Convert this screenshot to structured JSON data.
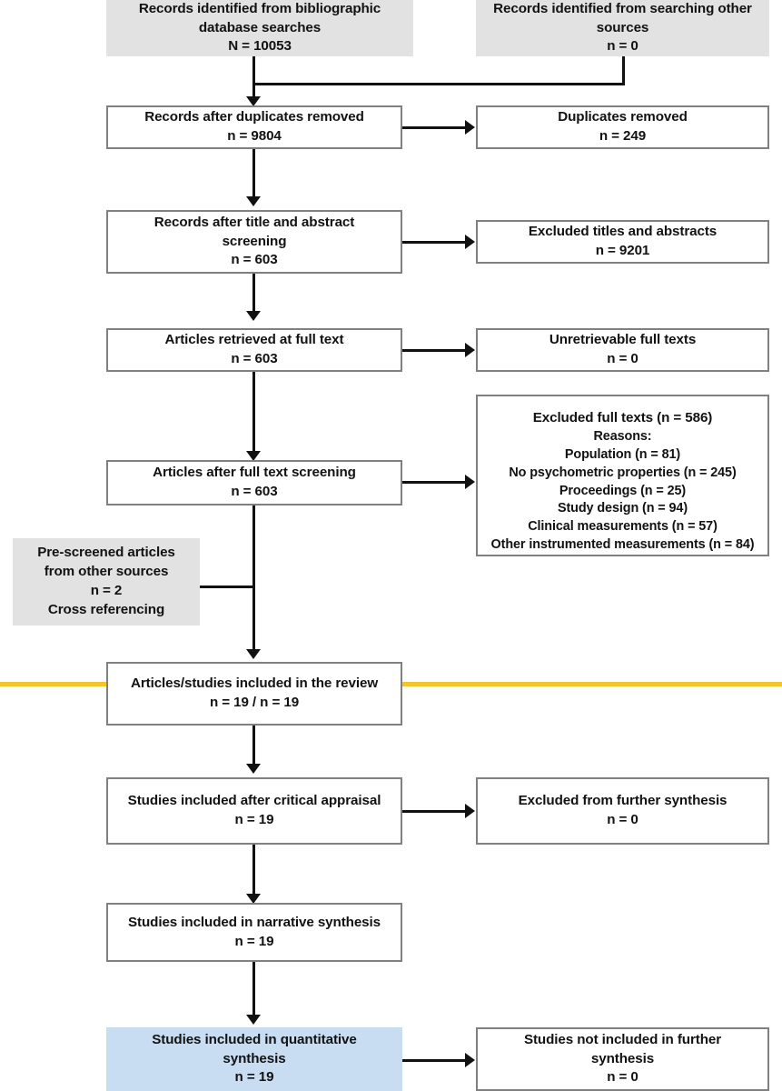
{
  "diagram": {
    "title": "PRISMA study selection flow diagram",
    "colors": {
      "box_border": "#808080",
      "connector": "#111111",
      "grey_fill": "#e2e2e2",
      "blue_fill": "#c9ddf2",
      "highlight_rule": "#f2c52b",
      "text": "#121212"
    },
    "nodes": {
      "records_database": {
        "lines": [
          "Records identified from bibliographic",
          "database searches",
          "N = 10053"
        ]
      },
      "records_other_sources": {
        "lines": [
          "Records identified from searching other",
          "sources",
          "n = 0"
        ]
      },
      "after_duplicates": {
        "lines": [
          "Records after duplicates removed",
          "n = 9804"
        ]
      },
      "duplicates_removed": {
        "lines": [
          "Duplicates removed",
          "n = 249"
        ]
      },
      "after_title_abstract": {
        "lines": [
          "Records after title and abstract",
          "screening",
          "n = 603"
        ]
      },
      "excluded_titles_abstracts": {
        "lines": [
          "Excluded titles and abstracts",
          "n = 9201"
        ]
      },
      "retrieved_full_text": {
        "lines": [
          "Articles retrieved at full text",
          "n = 603"
        ]
      },
      "unretrievable": {
        "lines": [
          "Unretrievable full texts",
          "n = 0"
        ]
      },
      "excluded_full_texts": {
        "lines": [
          "Excluded full texts (n = 586)",
          "",
          "Reasons:",
          "Population (n = 81)",
          "No psychometric properties (n = 245)",
          "Proceedings (n = 25)",
          "Study design (n = 94)",
          "Clinical measurements (n = 57)",
          "Other instrumented measurements (n = 84)"
        ]
      },
      "after_full_text_screening": {
        "lines": [
          "Articles after full text screening",
          "n = 603"
        ]
      },
      "pre_screened_other_sources": {
        "lines": [
          "Pre-screened articles",
          "from other sources",
          "n = 2",
          "Cross referencing"
        ]
      },
      "included_in_review": {
        "lines": [
          "Articles/studies included in the review",
          "n = 19 / n = 19"
        ]
      },
      "after_critical_appraisal": {
        "lines": [
          "Studies included after critical appraisal",
          "n = 19"
        ]
      },
      "excluded_further_synthesis": {
        "lines": [
          "Excluded from further synthesis",
          "n = 0"
        ]
      },
      "narrative_synthesis": {
        "lines": [
          "Studies included in narrative synthesis",
          "n = 19"
        ]
      },
      "quantitative_synthesis": {
        "lines": [
          "Studies included in quantitative",
          "synthesis",
          "n = 19"
        ]
      },
      "not_included_further_synthesis": {
        "lines": [
          "Studies not included in further",
          "synthesis",
          "n = 0"
        ]
      }
    }
  }
}
